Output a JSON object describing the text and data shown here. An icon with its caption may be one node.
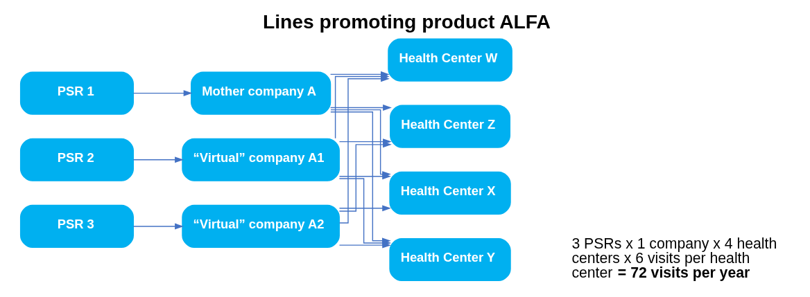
{
  "diagram": {
    "title": "Lines promoting product ALFA",
    "nodes": [
      {
        "text": [
          "PSR 1"
        ]
      },
      {
        "text": [
          "PSR 2"
        ]
      },
      {
        "text": [
          "PSR 3"
        ]
      },
      {
        "text": [
          "Mother company A"
        ]
      },
      {
        "text": [
          "“Virtual” company A1"
        ]
      },
      {
        "text": [
          "“Virtual” company A2"
        ]
      },
      {
        "text": [
          "Health Center X"
        ]
      },
      {
        "text": [
          "Health Center Y"
        ]
      },
      {
        "text": [
          "Health Center W"
        ]
      },
      {
        "text": [
          "Health Center Z"
        ]
      }
    ],
    "edges": [
      {
        "from": 0,
        "to": 3,
        "arrow": "to"
      },
      {
        "from": 1,
        "to": 4,
        "arrow": "to"
      },
      {
        "from": 2,
        "to": 5,
        "arrow": "to"
      },
      {
        "from": 3,
        "to": 6,
        "arrow": "to"
      },
      {
        "from": 3,
        "to": 7,
        "arrow": "to"
      },
      {
        "from": 3,
        "to": 8,
        "arrow": "to"
      },
      {
        "from": 3,
        "to": 9,
        "arrow": "to"
      },
      {
        "from": 4,
        "to": 6,
        "arrow": "to"
      },
      {
        "from": 4,
        "to": 7,
        "arrow": "to"
      },
      {
        "from": 4,
        "to": 8,
        "arrow": "to"
      },
      {
        "from": 4,
        "to": 9,
        "arrow": "to"
      },
      {
        "from": 5,
        "to": 6,
        "arrow": "to"
      },
      {
        "from": 5,
        "to": 7,
        "arrow": "to"
      },
      {
        "from": 5,
        "to": 8,
        "arrow": "to"
      },
      {
        "from": 5,
        "to": 9,
        "arrow": "to"
      }
    ],
    "labels": [
      "3 PSRs x 1 company x 4 health centers x 6 visits per health center **= 72 visits per year**"
    ]
  }
}
